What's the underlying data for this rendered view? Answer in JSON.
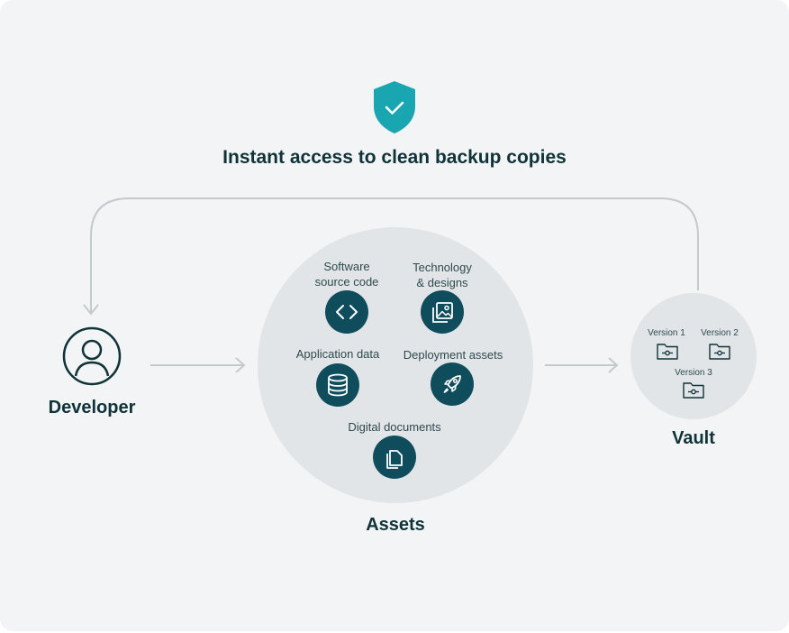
{
  "headline": "Instant access to clean backup copies",
  "nodes": {
    "developer": "Developer",
    "assets": "Assets",
    "vault": "Vault"
  },
  "assets": {
    "software_source_code": "Software\nsource code",
    "technology_designs": "Technology\n& designs",
    "application_data": "Application data",
    "deployment_assets": "Deployment assets",
    "digital_documents": "Digital documents"
  },
  "vault": {
    "versions": [
      "Version 1",
      "Version 2",
      "Version 3"
    ]
  },
  "colors": {
    "background": "#f3f4f5",
    "accent_teal": "#1aa6b0",
    "icon_dark": "#0f4d5c",
    "circle_fill": "#e1e5e8",
    "connector": "#c3cacd",
    "text_dark": "#0f3338"
  },
  "icons": {
    "shield": "shield-check-icon",
    "developer": "user-icon",
    "software_source_code": "code-brackets-icon",
    "technology_designs": "image-stack-icon",
    "application_data": "database-icon",
    "deployment_assets": "rocket-icon",
    "digital_documents": "documents-icon",
    "version": "folder-commit-icon"
  }
}
